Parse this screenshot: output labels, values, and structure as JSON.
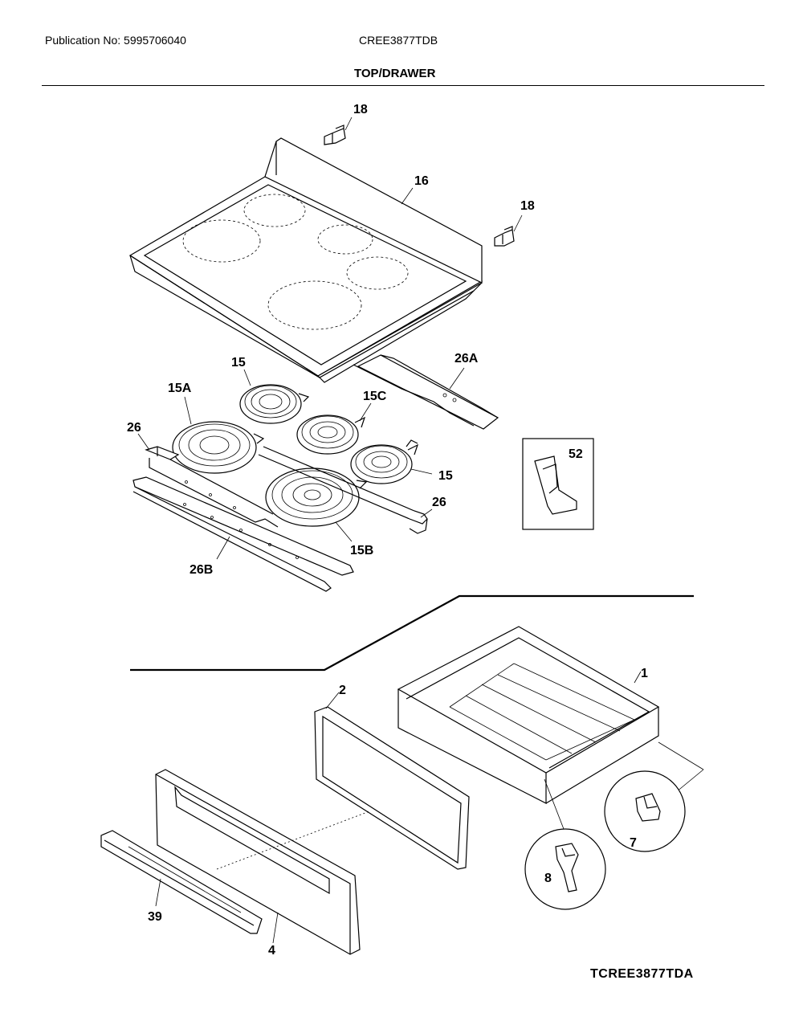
{
  "header": {
    "publication": "Publication No: 5995706040",
    "model": "CREE3877TDB",
    "section_title": "TOP/DRAWER"
  },
  "footer": {
    "diagram_code": "TCREE3877TDA"
  },
  "callouts": {
    "c18a": "18",
    "c16": "16",
    "c18b": "18",
    "c26A": "26A",
    "c15a": "15",
    "c15A": "15A",
    "c15C": "15C",
    "c26a": "26",
    "c52": "52",
    "c15b": "15",
    "c26b": "26",
    "c15B": "15B",
    "c26B": "26B",
    "c1": "1",
    "c2": "2",
    "c7": "7",
    "c8": "8",
    "c39": "39",
    "c4": "4"
  }
}
